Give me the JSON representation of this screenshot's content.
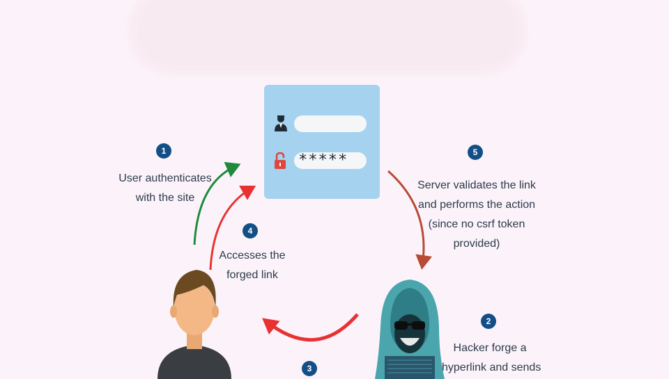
{
  "login_card": {
    "password_value": "*****",
    "user_icon": "user-icon",
    "lock_icon": "lock-icon"
  },
  "steps": [
    {
      "number": "1",
      "text_lines": [
        "User authenticates",
        "with the site"
      ]
    },
    {
      "number": "2",
      "text_lines": [
        "Hacker forge a",
        "hyperlink and sends"
      ]
    },
    {
      "number": "3",
      "text_lines": []
    },
    {
      "number": "4",
      "text_lines": [
        "Accesses the",
        "forged link"
      ]
    },
    {
      "number": "5",
      "text_lines": [
        "Server validates the link",
        "and performs the action",
        "(since no csrf token",
        "provided)"
      ]
    }
  ],
  "colors": {
    "badge": "#134f86",
    "arrow_green": "#1e8b3c",
    "arrow_red": "#e83232",
    "arrow_brown": "#b84a36",
    "card": "#a5d2ef"
  },
  "actors": {
    "user_icon": "user-avatar-icon",
    "hacker_icon": "hooded-hacker-icon"
  }
}
